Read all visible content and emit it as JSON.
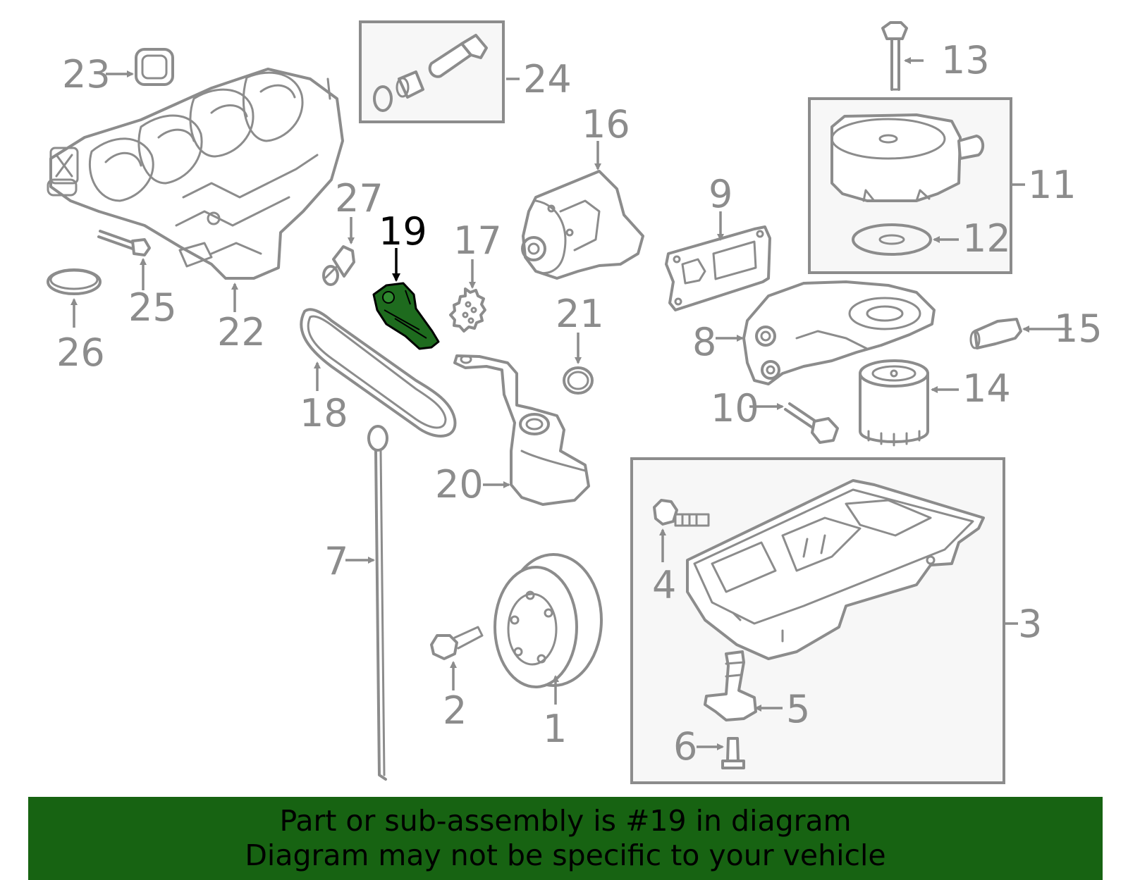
{
  "callouts": {
    "c1": "1",
    "c2": "2",
    "c3": "3",
    "c4": "4",
    "c5": "5",
    "c6": "6",
    "c7": "7",
    "c8": "8",
    "c9": "9",
    "c10": "10",
    "c11": "11",
    "c12": "12",
    "c13": "13",
    "c14": "14",
    "c15": "15",
    "c16": "16",
    "c17": "17",
    "c18": "18",
    "c19": "19",
    "c20": "20",
    "c21": "21",
    "c22": "22",
    "c23": "23",
    "c24": "24",
    "c25": "25",
    "c26": "26",
    "c27": "27"
  },
  "highlighted_part": "19",
  "colors": {
    "linework": "#8c8c8c",
    "highlight_part": "#1e6b1e",
    "highlight_label": "#000000",
    "banner_bg": "#176312",
    "banner_text": "#000000"
  },
  "banner": {
    "line1": "Part or sub-assembly is #19 in diagram",
    "line2": "Diagram may not be specific to your vehicle"
  }
}
